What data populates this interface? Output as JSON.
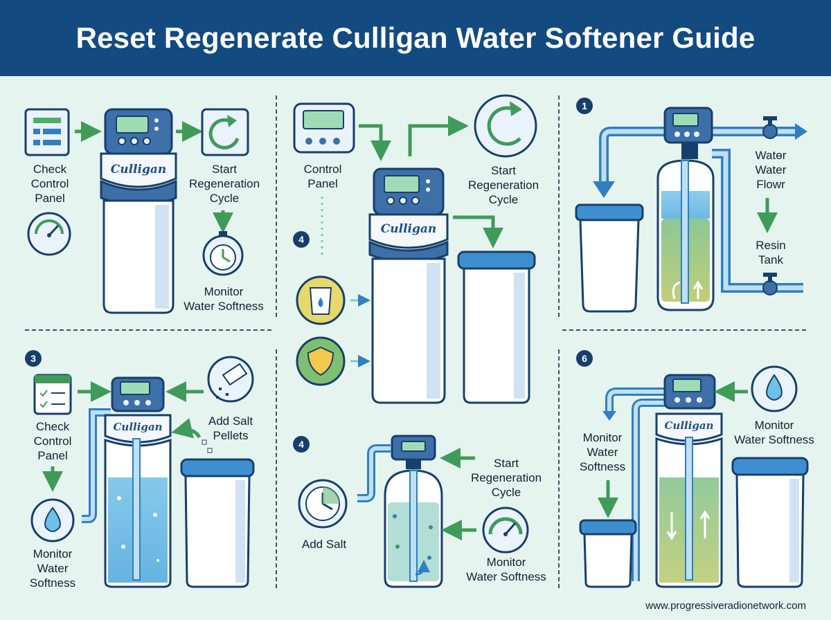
{
  "title": "Reset Regenerate Culligan Water Softener Guide",
  "brand": "Culligan",
  "footer": "www.progressiveradionetwork.com",
  "colors": {
    "header": "#134a80",
    "background": "#e6f4ef",
    "accent_green": "#3f9b5a",
    "accent_blue": "#2f7fc1",
    "badge": "#173f6b"
  },
  "panel1": {
    "label_check": "Check\nControl\nPanel",
    "label_start": "Start\nRegeneration\nCycle",
    "label_monitor": "Monitor\nWater Softness",
    "icons": [
      "checklist-icon",
      "gauge-icon",
      "cycle-arrows-icon",
      "stopwatch-icon"
    ]
  },
  "panel2": {
    "badge": "4",
    "label_control": "Control\nPanel",
    "label_start": "Start\nRegeneration\nCycle",
    "icons": [
      "cycle-arrows-icon",
      "salt-cup-icon",
      "shield-icon"
    ]
  },
  "panel3": {
    "badge": "1",
    "label_flow": "Watөr\nWater\nFlowr",
    "label_resin": "Resin\nTank"
  },
  "panel4": {
    "badge": "3",
    "label_check": "Check\nControl\nPanel",
    "label_salt": "Add Salt\nPellets",
    "label_monitor": "Monitor\nWater\nSoftness",
    "icons": [
      "calendar-checklist-icon",
      "salt-scoop-icon",
      "water-drop-icon"
    ]
  },
  "panel5": {
    "badge": "4",
    "label_start": "Start\nRegeneration\nCycle",
    "label_add_salt": "Add Salt",
    "label_monitor": "Monitor\nWater Softness",
    "icons": [
      "clock-icon",
      "gauge-icon"
    ]
  },
  "panel6": {
    "badge": "6",
    "label_monitor_left": "Monitor\nWater\nSoftness",
    "label_monitor_right": "Monitor\nWater Softness",
    "icons": [
      "water-drop-icon"
    ]
  }
}
